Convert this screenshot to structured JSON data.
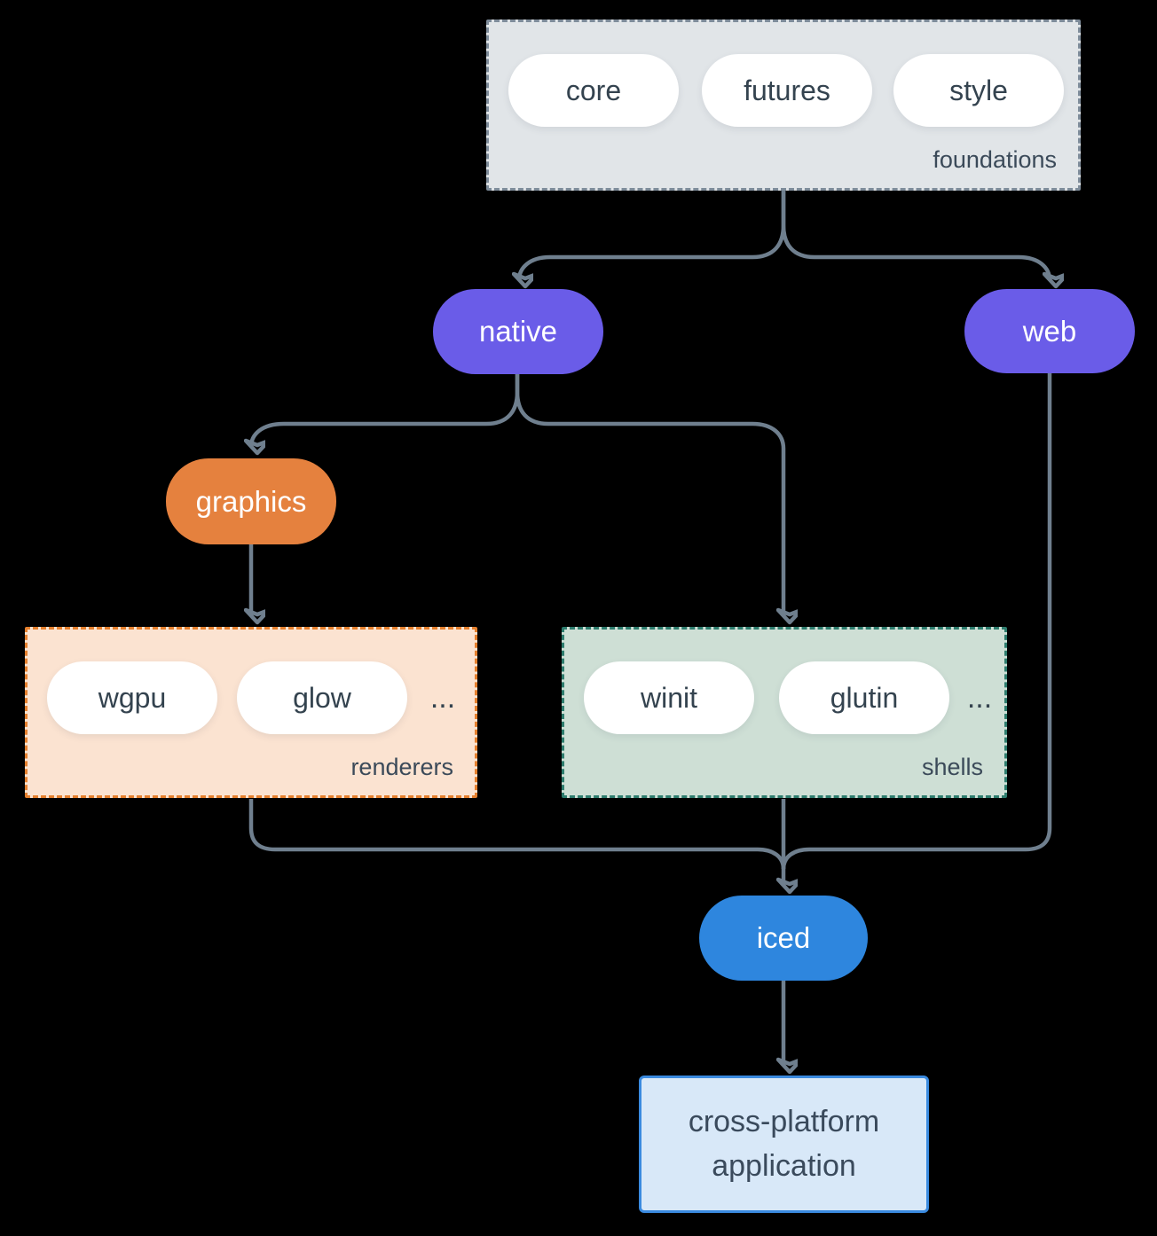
{
  "colors": {
    "background": "#000000",
    "connector_line": "#6f7f8e",
    "dark_text": "#34434f",
    "pill_white": "#ffffff",
    "purple_node": "#6a5ce8",
    "orange_node": "#e5813e",
    "blue_node": "#2e86de",
    "foundations_bg": "#e1e5e8",
    "foundations_border": "#7e8c9a",
    "renderers_bg": "#fbe3d1",
    "renderers_border": "#e5802e",
    "shells_bg": "#cedfd5",
    "shells_border": "#2e7d6e",
    "application_bg": "#d8e8f8",
    "application_border": "#3a8adf"
  },
  "groups": {
    "foundations": {
      "label": "foundations",
      "items": [
        "core",
        "futures",
        "style"
      ]
    },
    "renderers": {
      "label": "renderers",
      "items": [
        "wgpu",
        "glow"
      ],
      "ellipsis": "..."
    },
    "shells": {
      "label": "shells",
      "items": [
        "winit",
        "glutin"
      ],
      "ellipsis": "..."
    }
  },
  "nodes": {
    "native": "native",
    "web": "web",
    "graphics": "graphics",
    "iced": "iced",
    "application": "cross-platform application"
  },
  "edges": [
    [
      "foundations",
      "native"
    ],
    [
      "foundations",
      "web"
    ],
    [
      "native",
      "graphics"
    ],
    [
      "native",
      "shells"
    ],
    [
      "graphics",
      "renderers"
    ],
    [
      "renderers",
      "iced"
    ],
    [
      "shells",
      "iced"
    ],
    [
      "web",
      "iced"
    ],
    [
      "iced",
      "application"
    ]
  ]
}
